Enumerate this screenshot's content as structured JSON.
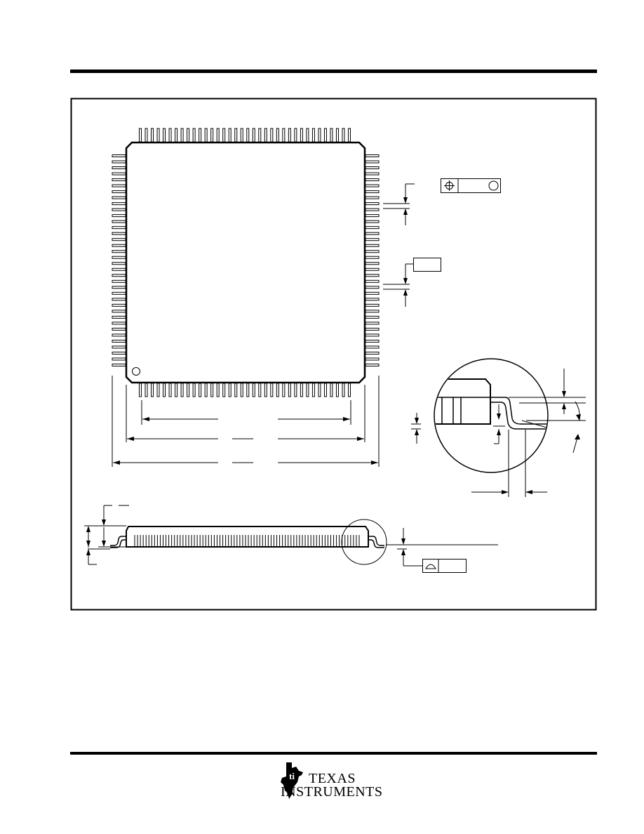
{
  "document": {
    "type": "mechanical package outline drawing",
    "footer": {
      "logo_line1": "TEXAS",
      "logo_line2": "INSTRUMENTS"
    }
  },
  "icons": {
    "position_tolerance": "position-tolerance-symbol",
    "modifier": "circle-m-modifier-symbol",
    "flatness": "profile-surface-symbol",
    "pin1": "pin1-indicator-circle"
  },
  "colors": {
    "ink": "#000000",
    "paper": "#ffffff"
  }
}
